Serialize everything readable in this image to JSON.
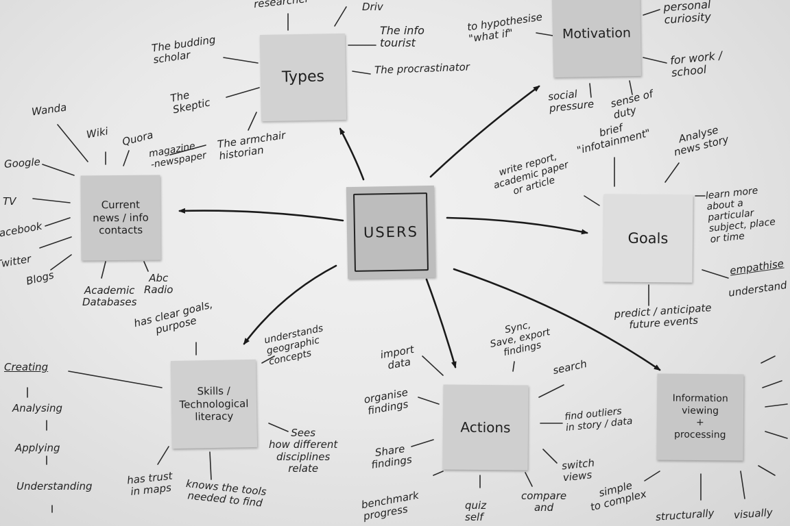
{
  "notes": {
    "users": "USERS",
    "types": "Types",
    "motivation": "Motivation",
    "current": "Current\nnews / info\ncontacts",
    "goals": "Goals",
    "skills": "Skills /\nTechnological\nliteracy",
    "actions": "Actions",
    "info": "Information\nviewing\n+\nprocessing"
  },
  "labels": {
    "researcher": "researcher",
    "driven": "Driv",
    "budding": "The budding\nscholar",
    "skeptic": "The\nSkeptic",
    "infotourist": "The info\ntourist",
    "procrastinator": "The procrastinator",
    "armchair": "The armchair\nhistorian",
    "magazine": "magazine\n-newspaper",
    "hypothesise": "to hypothesise\n\"what if\"",
    "personal": "personal\ncuriosity",
    "work": "for work /\nschool",
    "social": "social\npressure",
    "duty": "sense of\nduty",
    "wanda": "Wanda",
    "wiki": "Wiki",
    "quora": "Quora",
    "google": "Google",
    "tv": "TV",
    "facebook": "Facebook",
    "twitter": "Twitter",
    "blogs": "Blogs",
    "academic": "Academic\nDatabases",
    "abc": "Abc\nRadio",
    "brief": "brief\n\"infotainment\"",
    "analyse": "Analyse\nnews story",
    "report": "write report,\nacademic paper\nor article",
    "learn": "learn more\nabout a particular\nsubject, place\nor time",
    "empathise": "empathise",
    "understand_r": "understand",
    "predict": "predict / anticipate\nfuture events",
    "clear_goals": "has clear goals,\npurpose",
    "geographic": "understands\ngeographic\nconcepts",
    "sees": "Sees\nhow different\ndisciplines\nrelate",
    "trust": "has trust\nin maps",
    "tools": "knows the tools\nneeded to find",
    "creating": "Creating",
    "analysing": "Analysing",
    "applying": "Applying",
    "understanding": "Understanding",
    "import": "import\ndata",
    "sync": "Sync,\nSave, export\nfindings",
    "search": "search",
    "organise": "organise\nfindings",
    "outliers": "find outliers\nin story / data",
    "share": "Share\nfindings",
    "switch": "switch\nviews",
    "benchmark": "benchmark\nprogress",
    "quiz": "quiz\nself",
    "compare": "compare\nand",
    "simple": "simple\nto complex",
    "structurally": "structurally",
    "visually": "visually"
  }
}
